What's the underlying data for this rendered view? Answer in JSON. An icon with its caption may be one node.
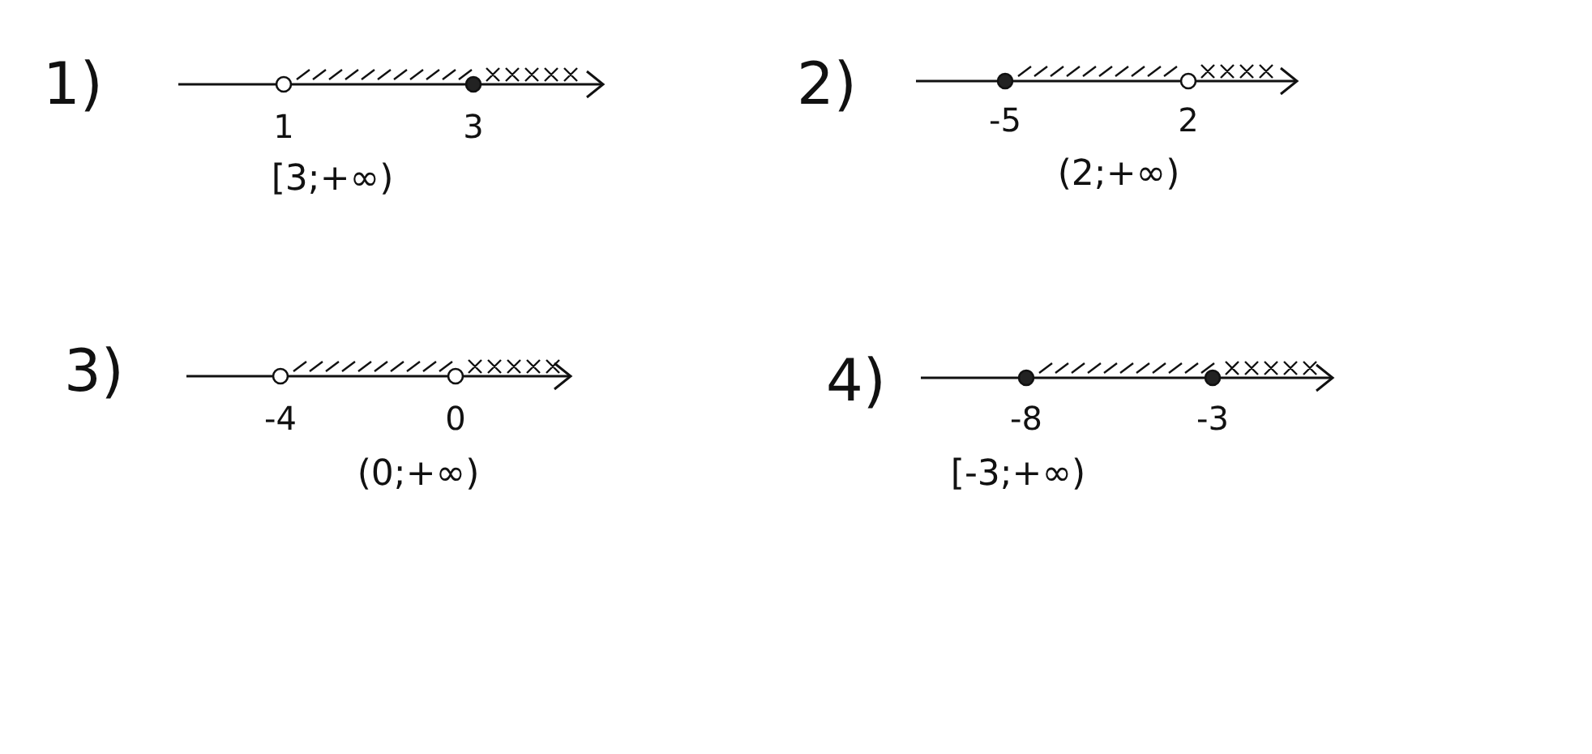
{
  "diagram": {
    "labels": [
      "1)",
      "1",
      "3",
      "[3;+∞)",
      "2)",
      "-5",
      "2",
      "(2;+∞)",
      "3)",
      "-4",
      "0",
      "(0;+∞)",
      "4)",
      "-8",
      "-3",
      "[-3;+∞)"
    ]
  }
}
